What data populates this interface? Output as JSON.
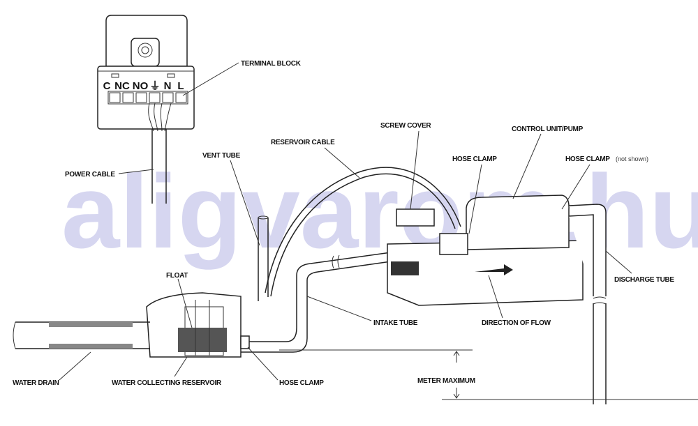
{
  "watermark": "aligvarom.hu",
  "terminals": [
    "C",
    "NC",
    "NO",
    "⏚",
    "N",
    "L"
  ],
  "labels": {
    "terminal_block": "TERMINAL BLOCK",
    "power_cable": "POWER CABLE",
    "reservoir_cable": "RESERVOIR CABLE",
    "screw_cover": "SCREW COVER",
    "control_unit": "CONTROL UNIT/PUMP",
    "hose_clamp_top": "HOSE CLAMP",
    "hose_clamp_not_shown": "HOSE CLAMP",
    "not_shown": "(not shown)",
    "vent_tube": "VENT TUBE",
    "discharge_tube": "DISCHARGE TUBE",
    "float": "FLOAT",
    "intake_tube": "INTAKE TUBE",
    "direction_of_flow": "DIRECTION OF FLOW",
    "water_drain": "WATER DRAIN",
    "water_collecting_reservoir": "WATER COLLECTING RESERVOIR",
    "hose_clamp_bottom": "HOSE CLAMP",
    "meter_maximum": "METER MAXIMUM"
  }
}
